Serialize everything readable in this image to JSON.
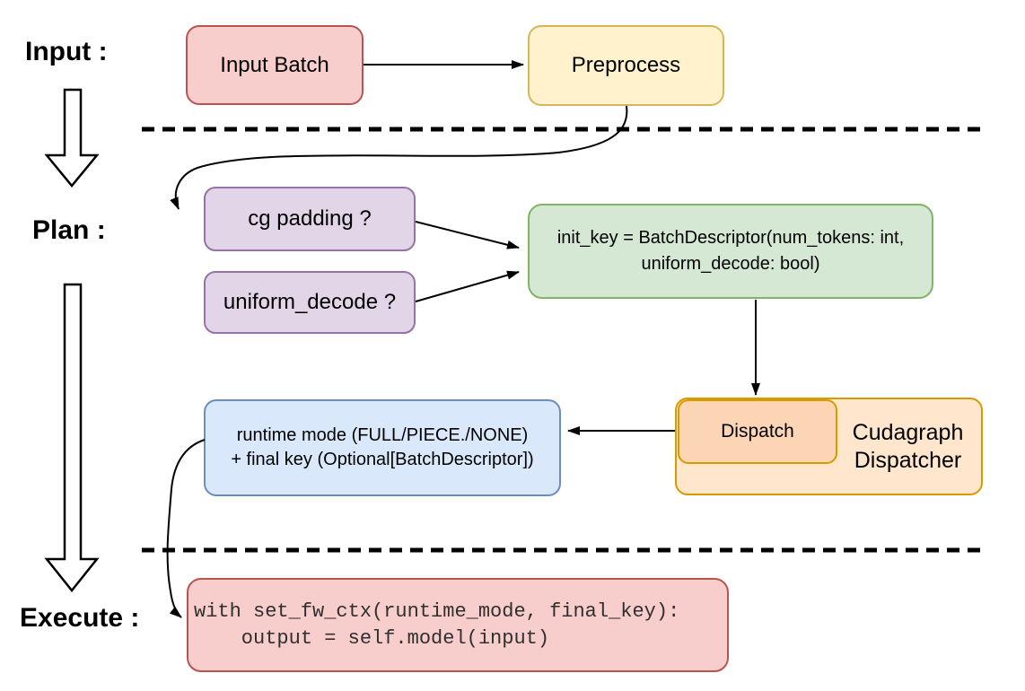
{
  "diagram": {
    "title_context": "Cudagraph dispatch flow",
    "stage_labels": {
      "input": "Input :",
      "plan": "Plan :",
      "execute": "Execute :"
    },
    "nodes": {
      "input_batch": {
        "label": "Input Batch",
        "fill": "#F8CECC",
        "stroke": "#B85450"
      },
      "preprocess": {
        "label": "Preprocess",
        "fill": "#FFF2CC",
        "stroke": "#D6B656"
      },
      "cg_padding": {
        "label": "cg padding ?",
        "fill": "#E1D5E7",
        "stroke": "#9673A6"
      },
      "uniform_decode": {
        "label": "uniform_decode ?",
        "fill": "#E1D5E7",
        "stroke": "#9673A6"
      },
      "init_key": {
        "line1": "init_key = BatchDescriptor(num_tokens: int,",
        "line2": "uniform_decode: bool)",
        "fill": "#D5E8D4",
        "stroke": "#82B366"
      },
      "dispatch": {
        "label": "Dispatch",
        "fill": "#FCD5B5",
        "stroke": "#D79B00"
      },
      "cudagraph_dispatcher": {
        "line1": "Cudagraph",
        "line2": "Dispatcher",
        "fill": "#FFE6CC",
        "stroke": "#D79B00"
      },
      "runtime_result": {
        "line1": "runtime mode (FULL/PIECE./NONE)",
        "line2": "+ final key (Optional[BatchDescriptor])",
        "fill": "#DAE8FC",
        "stroke": "#6C8EBF"
      },
      "execute_code": {
        "line1": "with set_fw_ctx(runtime_mode, final_key):",
        "line2": "    output = self.model(input)",
        "fill": "#F8CECC",
        "stroke": "#B85450"
      }
    },
    "connector_color": "#000000"
  }
}
